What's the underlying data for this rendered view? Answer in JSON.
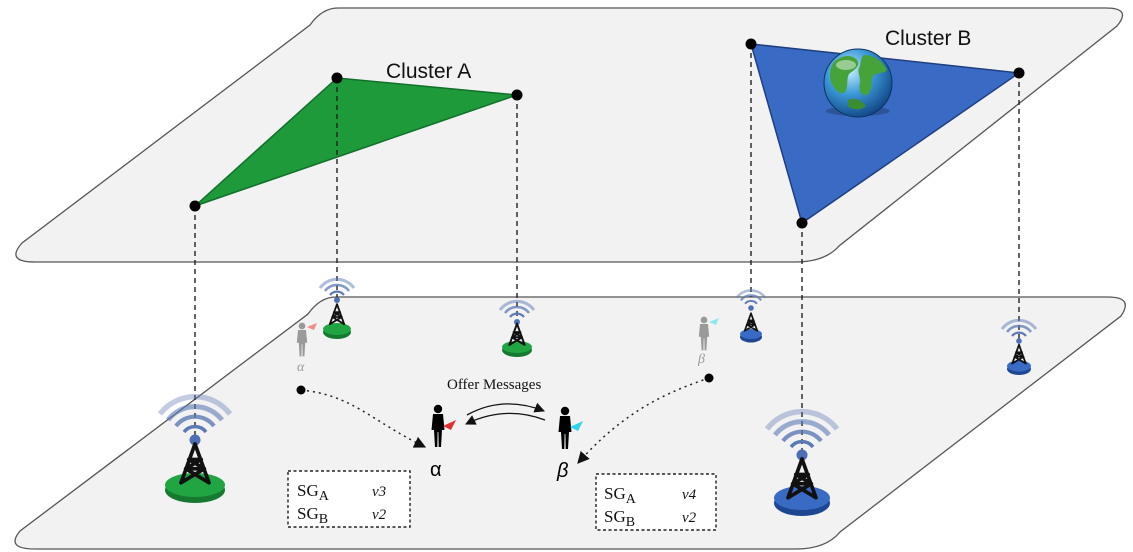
{
  "clusters": {
    "a": {
      "label": "Cluster A",
      "color": "#1e9a3a",
      "edge": "#11702a"
    },
    "b": {
      "label": "Cluster B",
      "color": "#3a6bc4",
      "edge": "#1f3f80"
    }
  },
  "agents": {
    "alpha": {
      "symbol": "α",
      "flag": "#e23030"
    },
    "beta": {
      "symbol": "β",
      "flag": "#2ed4e8"
    }
  },
  "messages": {
    "label": "Offer Messages"
  },
  "tables": {
    "alpha": {
      "rows": [
        {
          "name": "SG",
          "sub": "A",
          "value": "v3"
        },
        {
          "name": "SG",
          "sub": "B",
          "value": "v2"
        }
      ]
    },
    "beta": {
      "rows": [
        {
          "name": "SG",
          "sub": "A",
          "value": "v4"
        },
        {
          "name": "SG",
          "sub": "B",
          "value": "v2"
        }
      ]
    }
  },
  "colors": {
    "plane_fill": "#f2f2f2",
    "plane_stroke": "#555555",
    "wave": "#5b79b5",
    "tower": "#111111",
    "ghost": "#9a9a9a"
  },
  "icons": [
    "globe-icon",
    "radio-tower-icon",
    "person-icon",
    "flag-icon"
  ]
}
